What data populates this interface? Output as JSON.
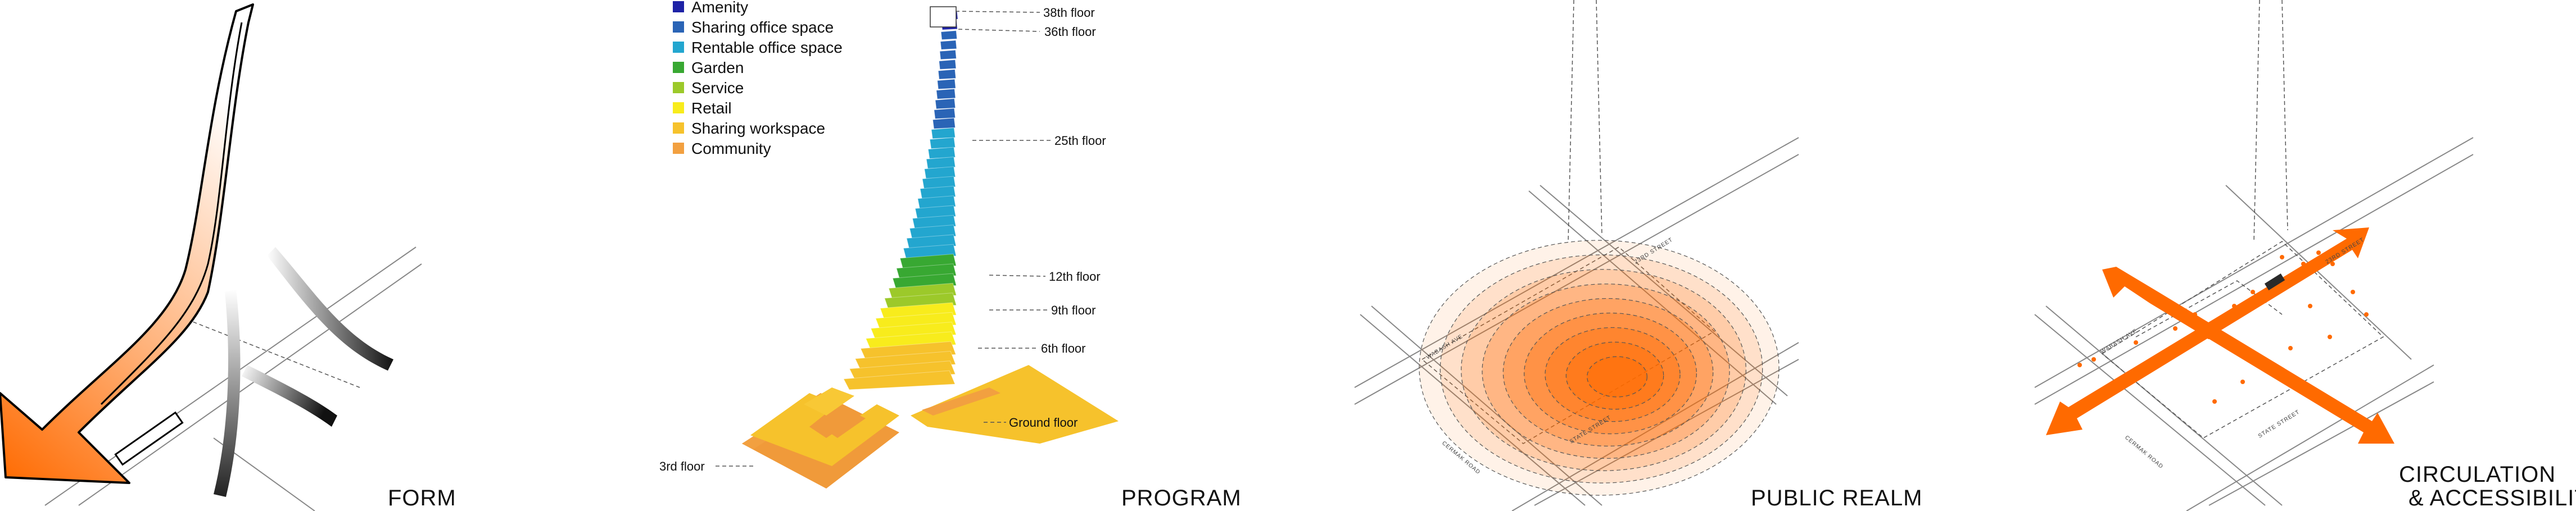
{
  "colors": {
    "accent_orange": "#ff6a00",
    "amenity": "#1e22a6",
    "sharing_office_space": "#2a64b6",
    "rentable_office_space": "#23a6cf",
    "garden": "#38a832",
    "service": "#9cc92a",
    "retail": "#f8ec1c",
    "sharing_workspace": "#f6c22c",
    "community": "#f2a040"
  },
  "panels": {
    "form": {
      "title": "FORM"
    },
    "program": {
      "title": "PROGRAM",
      "legend": [
        {
          "label": "Amenity",
          "color": "#1e22a6"
        },
        {
          "label": "Sharing office space",
          "color": "#2a64b6"
        },
        {
          "label": "Rentable office space",
          "color": "#23a6cf"
        },
        {
          "label": "Garden",
          "color": "#38a832"
        },
        {
          "label": "Service",
          "color": "#9cc92a"
        },
        {
          "label": "Retail",
          "color": "#f8ec1c"
        },
        {
          "label": "Sharing workspace",
          "color": "#f6c22c"
        },
        {
          "label": "Community",
          "color": "#f2a040"
        }
      ],
      "floor_labels": {
        "f38": "38th floor",
        "f36": "36th floor",
        "f25": "25th floor",
        "f12": "12th floor",
        "f9": "9th floor",
        "f6": "6th floor",
        "ground": "Ground floor",
        "f3": "3rd floor"
      }
    },
    "public_realm": {
      "title": "PUBLIC REALM",
      "streets": {
        "s1": "23RD STREET",
        "s2": "WABASH AVE",
        "s3": "CERMAK ROAD",
        "s4": "STATE STREET"
      }
    },
    "circulation": {
      "title_line1": "CIRCULATION",
      "title_line2": "& ACCESSIBILITY",
      "streets": {
        "s1": "23RD STREET",
        "s2": "WABASH AVE",
        "s3": "CERMAK ROAD",
        "s4": "STATE STREET"
      }
    }
  }
}
